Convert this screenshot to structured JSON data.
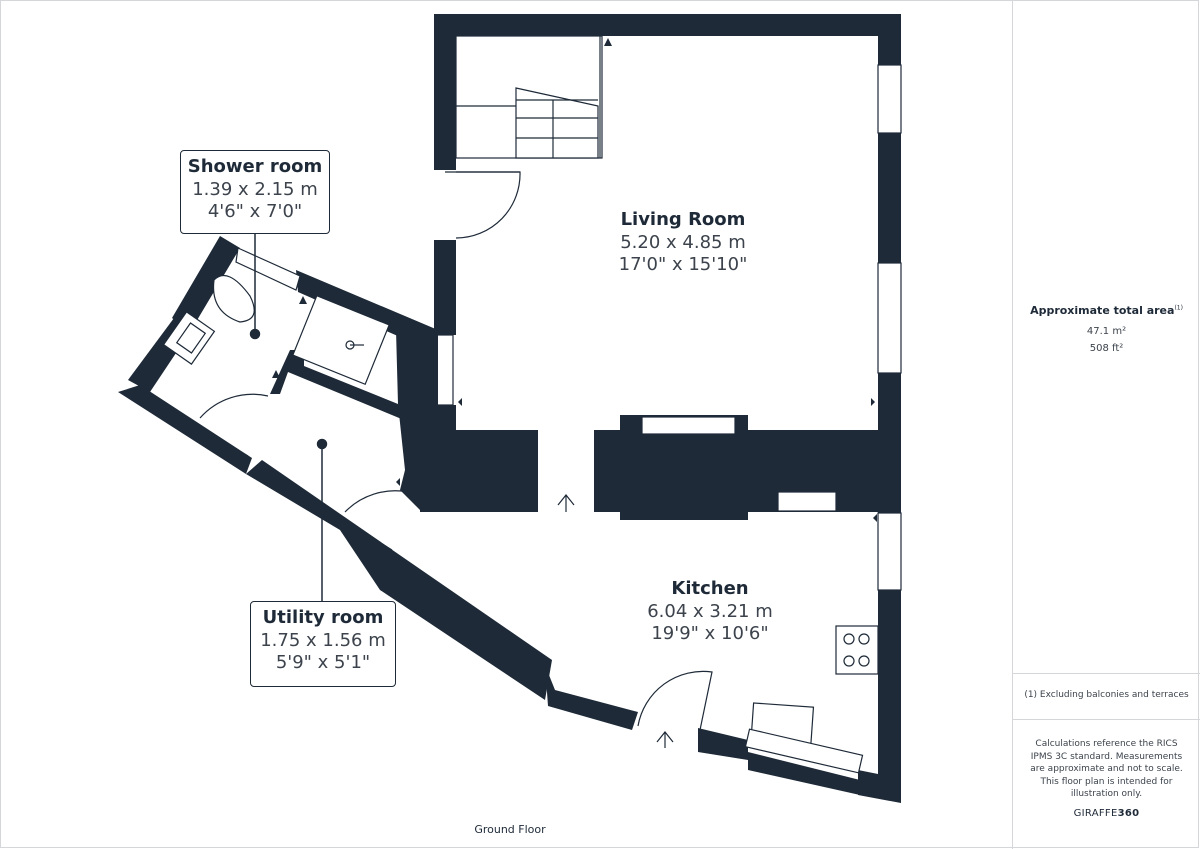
{
  "rooms": {
    "living": {
      "name": "Living Room",
      "metric": "5.20 x 4.85 m",
      "imperial": "17'0\" x 15'10\""
    },
    "kitchen": {
      "name": "Kitchen",
      "metric": "6.04 x 3.21 m",
      "imperial": "19'9\" x 10'6\""
    },
    "shower": {
      "name": "Shower room",
      "metric": "1.39 x 2.15 m",
      "imperial": "4'6\" x 7'0\""
    },
    "utility": {
      "name": "Utility room",
      "metric": "1.75 x 1.56 m",
      "imperial": "5'9\" x 5'1\""
    }
  },
  "floor_name": "Ground Floor",
  "sidebar": {
    "area_title": "Approximate total area",
    "area_note_ref": "(1)",
    "area_m2": "47.1 m²",
    "area_ft2": "508 ft²",
    "footnote": "(1) Excluding balconies and terraces",
    "calc_note": "Calculations reference the RICS IPMS 3C standard. Measurements are approximate and not to scale. This floor plan is intended for illustration only.",
    "brand_prefix": "GIRAFFE",
    "brand_suffix": "360"
  },
  "colors": {
    "wall": "#1e2a38",
    "text": "#3c434c",
    "divider": "#d4d6d9"
  }
}
